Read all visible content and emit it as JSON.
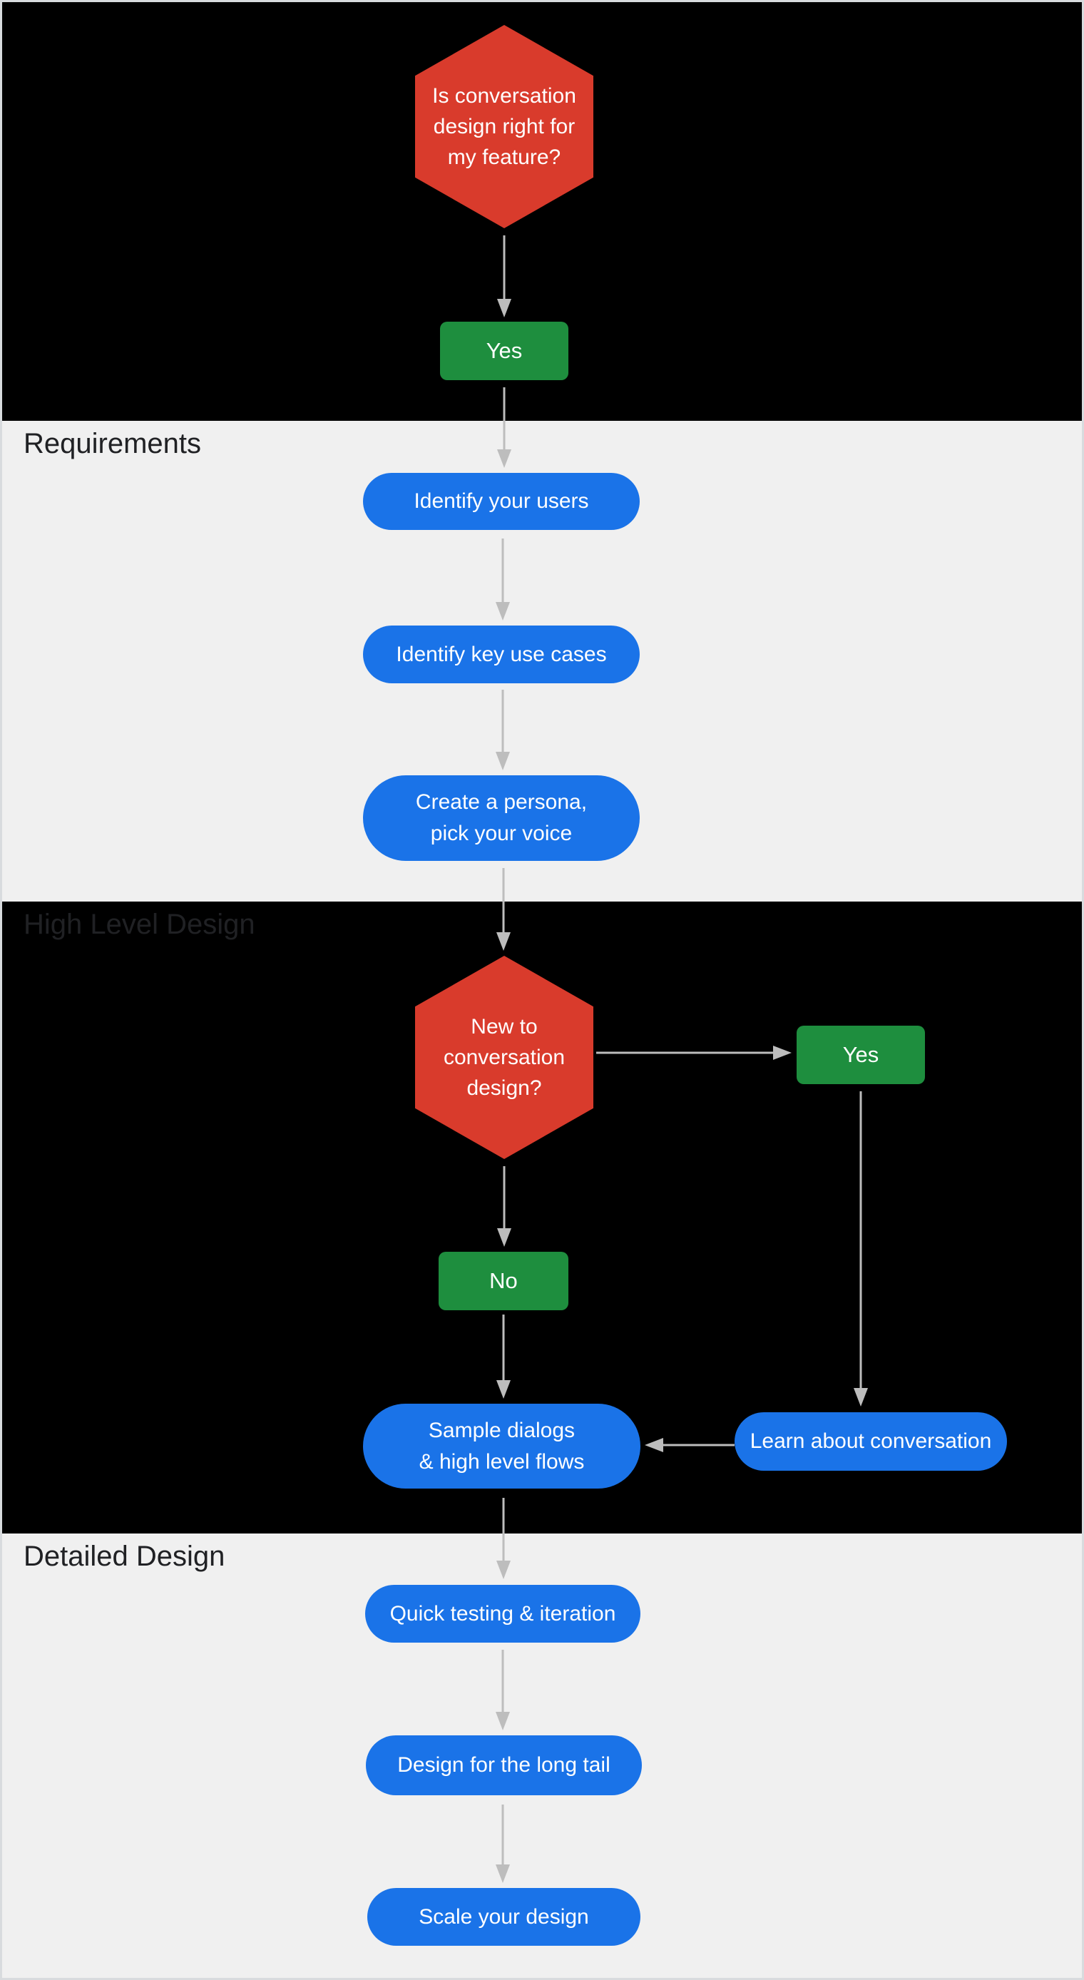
{
  "sections": {
    "intro": {
      "label": ""
    },
    "requirements": {
      "label": "Requirements"
    },
    "high_level_design": {
      "label": "High Level Design"
    },
    "detailed_design": {
      "label": "Detailed Design"
    }
  },
  "nodes": {
    "is_conversation_design_right": {
      "type": "decision",
      "label": "Is conversation\ndesign right for\nmy feature?"
    },
    "yes_1": {
      "type": "answer",
      "label": "Yes"
    },
    "identify_your_users": {
      "type": "process",
      "label": "Identify your users"
    },
    "identify_key_use_cases": {
      "type": "process",
      "label": "Identify key use cases"
    },
    "create_a_persona": {
      "type": "process",
      "label": "Create a persona,\npick your voice"
    },
    "new_to_conversation_design": {
      "type": "decision",
      "label": "New to\nconversation\ndesign?"
    },
    "yes_2": {
      "type": "answer",
      "label": "Yes"
    },
    "no_1": {
      "type": "answer",
      "label": "No"
    },
    "learn_about_conversation": {
      "type": "process",
      "label": "Learn about conversation"
    },
    "sample_dialogs": {
      "type": "process",
      "label": "Sample dialogs\n& high level flows"
    },
    "quick_testing": {
      "type": "process",
      "label": "Quick testing & iteration"
    },
    "design_long_tail": {
      "type": "process",
      "label": "Design for the long tail"
    },
    "scale_your_design": {
      "type": "process",
      "label": "Scale your design"
    }
  },
  "colors": {
    "decision_red": "#d93b2c",
    "process_blue": "#1a73e8",
    "answer_green": "#1e8e3e",
    "dark_section_bg": "#000000",
    "light_section_bg": "#f0f0f0",
    "arrow_gray": "#bdbdbd",
    "section_label_text": "#202124",
    "node_text": "#ffffff",
    "frame_border": "#d8dbde"
  }
}
